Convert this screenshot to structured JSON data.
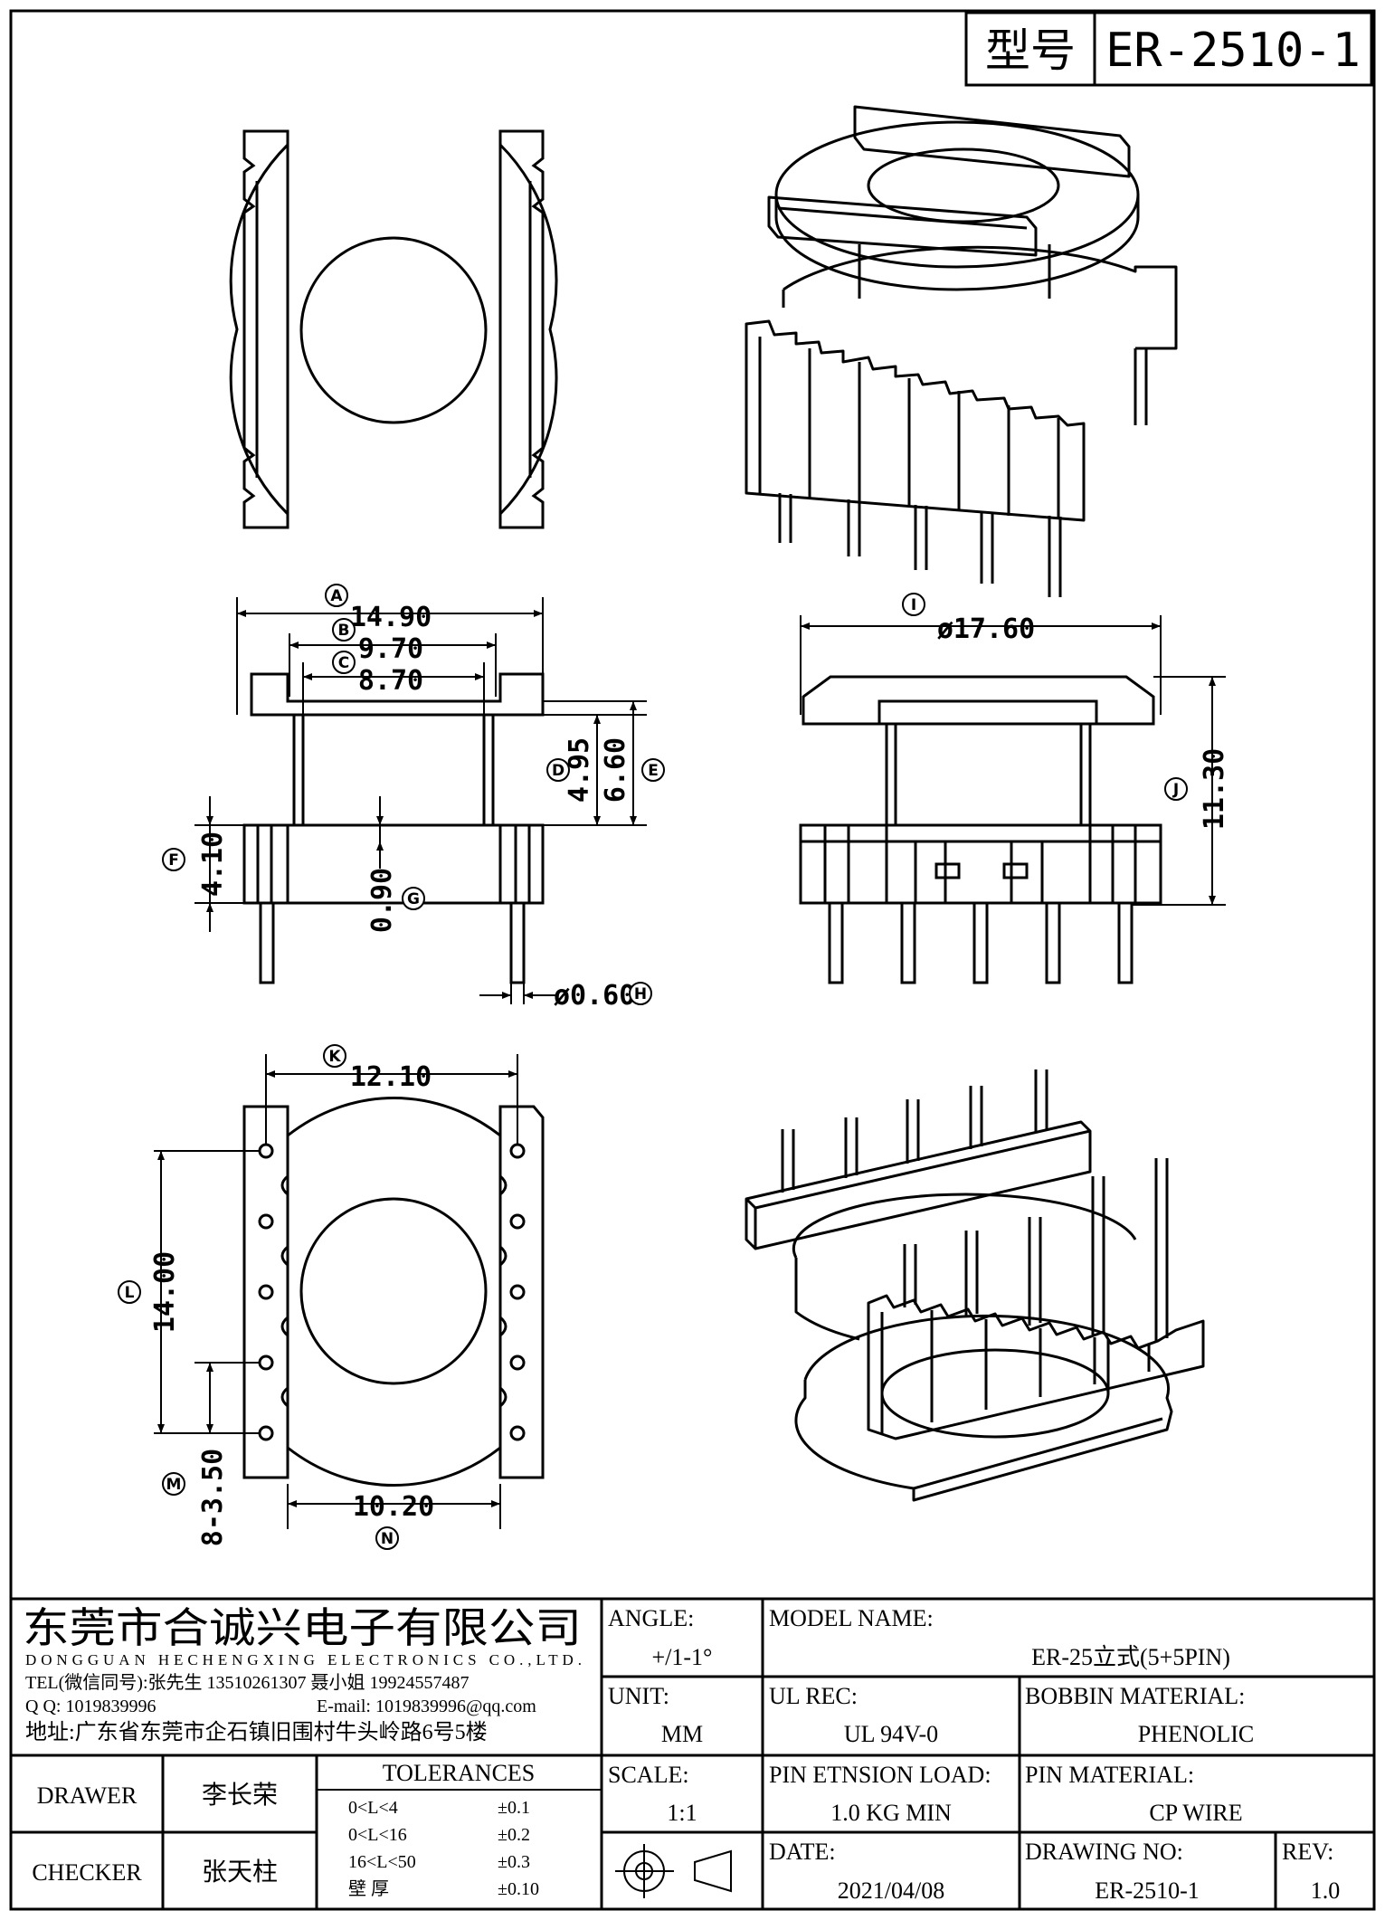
{
  "header": {
    "model_label": "型号",
    "model_value": "ER-2510-1"
  },
  "dimensions": {
    "a": {
      "letter": "A",
      "value": "14.90"
    },
    "b": {
      "letter": "B",
      "value": "9.70"
    },
    "c": {
      "letter": "C",
      "value": "8.70"
    },
    "d": {
      "letter": "D",
      "value": "4.95"
    },
    "e": {
      "letter": "E",
      "value": "6.60"
    },
    "f": {
      "letter": "F",
      "value": "4.10"
    },
    "g": {
      "letter": "G",
      "value": "0.90"
    },
    "h": {
      "letter": "H",
      "value": "ø0.60"
    },
    "i": {
      "letter": "I",
      "value": "ø17.60"
    },
    "j": {
      "letter": "J",
      "value": "11.30"
    },
    "k": {
      "letter": "K",
      "value": "12.10"
    },
    "l": {
      "letter": "L",
      "value": "14.00"
    },
    "m": {
      "letter": "M",
      "value": "8-3.50"
    },
    "n": {
      "letter": "N",
      "value": "10.20"
    }
  },
  "company": {
    "name_cn": "东莞市合诚兴电子有限公司",
    "name_en": "DONGGUAN HECHENGXING ELECTRONICS CO.,LTD.",
    "tel": "TEL(微信同号):张先生 13510261307 聂小姐 19924557487",
    "qq": "Q Q: 1019839996",
    "email": "E-mail: 1019839996@qq.com",
    "address": "地址:广东省东莞市企石镇旧围村牛头岭路6号5楼"
  },
  "title_block": {
    "angle_label": "ANGLE:",
    "angle_value": "+/1-1°",
    "model_name_label": "MODEL NAME:",
    "model_name_value": "ER-25立式(5+5PIN)",
    "unit_label": "UNIT:",
    "unit_value": "MM",
    "ul_rec_label": "UL REC:",
    "ul_rec_value": "UL 94V-0",
    "bobbin_material_label": "BOBBIN MATERIAL:",
    "bobbin_material_value": "PHENOLIC",
    "drawer_label": "DRAWER",
    "drawer_value": "李长荣",
    "checker_label": "CHECKER",
    "checker_value": "张天柱",
    "tolerances_label": "TOLERANCES",
    "tolerances": [
      {
        "range": "0<L<4",
        "value": "±0.1"
      },
      {
        "range": "0<L<16",
        "value": "±0.2"
      },
      {
        "range": "16<L<50",
        "value": "±0.3"
      },
      {
        "range": "壁  厚",
        "value": "±0.10"
      }
    ],
    "scale_label": "SCALE:",
    "scale_value": "1:1",
    "pin_tension_label": "PIN ETNSION LOAD:",
    "pin_tension_value": "1.0 KG MIN",
    "pin_material_label": "PIN MATERIAL:",
    "pin_material_value": "CP WIRE",
    "date_label": "DATE:",
    "date_value": "2021/04/08",
    "drawing_no_label": "DRAWING NO:",
    "drawing_no_value": "ER-2510-1",
    "rev_label": "REV:",
    "rev_value": "1.0"
  }
}
